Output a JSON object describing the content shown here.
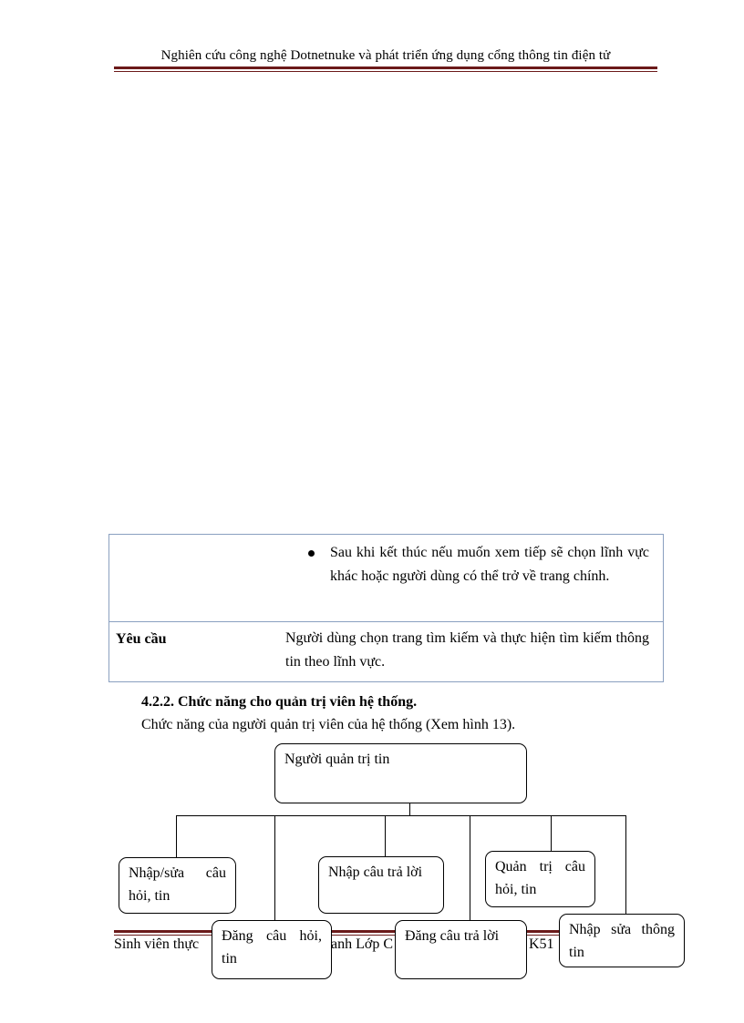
{
  "header": {
    "title": "Nghiên cứu công nghệ Dotnetnuke và phát triển ứng dụng cổng thông tin điện tử"
  },
  "table": {
    "row1_bullet": "Sau khi kết thúc nếu muốn xem tiếp sẽ chọn lĩnh vực khác hoặc người dùng có thể trở về trang chính.",
    "row2_label": "Yêu cầu",
    "row2_text": "Người dùng chọn trang tìm kiếm và thực hiện tìm kiếm thông tin theo lĩnh vực."
  },
  "section": {
    "title": "4.2.2. Chức năng cho quản trị viên hệ thống.",
    "description": "Chức năng của người quản trị viên của hệ thống (Xem hình 13)."
  },
  "diagram": {
    "root": "Người quản trị tin",
    "nodes": {
      "nhap_sua_cau_hoi": "Nhập/sửa câu hỏi, tin",
      "dang_cau_hoi": "Đăng câu hỏi, tin",
      "nhap_cau_tra_loi": "Nhập câu trả lời",
      "dang_cau_tra_loi": "Đăng câu trả lời",
      "quan_tri_cau_hoi": "Quản trị câu hỏi, tin",
      "nhap_sua_thong_tin": "Nhập sửa thông tin"
    }
  },
  "footer": {
    "text_left": "Sinh viên thực",
    "text_mid": "anh Lớp C",
    "text_right": "K51"
  }
}
